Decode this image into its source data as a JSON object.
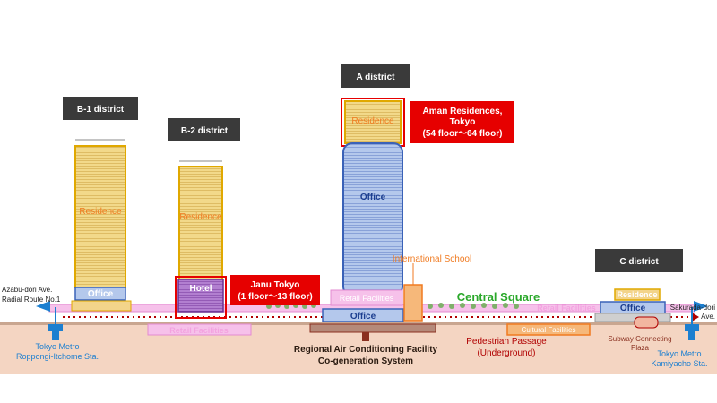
{
  "districts": {
    "a": "A district",
    "b1": "B-1 district",
    "b2": "B-2 district",
    "c": "C district"
  },
  "callouts": {
    "aman_line1": "Aman Residences,",
    "aman_line2": "Tokyo",
    "aman_line3": "(54 floor～64 floor)",
    "janu_line1": "Janu Tokyo",
    "janu_line2": "(1 floor～13 floor)"
  },
  "facilities": {
    "residence": "Residence",
    "office": "Office",
    "hotel": "Hotel",
    "international_school": "International School",
    "retail_facilities": "Retail Facilities",
    "retail_facilities_small": "Retail Facilities",
    "retail_facilities_lower": "Retail Facilities",
    "cultural_facilities": "Cultural Facilities",
    "central_square": "Central Square",
    "subway_plaza_line1": "Subway Connecting",
    "subway_plaza_line2": "Plaza",
    "pedestrian_line1": "Pedestrian Passage",
    "pedestrian_line2": "(Underground)",
    "regional_line1": "Regional Air Conditioning Facility",
    "regional_line2": "Co-generation System"
  },
  "roads": {
    "azabu_line1": "Azabu-dori Ave.",
    "azabu_line2": "Radial Route No.1",
    "sakurada_line1": "Sakurada-dori",
    "sakurada_line2": "Ave."
  },
  "stations": {
    "roppongi_line1": "Tokyo Metro",
    "roppongi_line2": "Roppongi-Itchome Sta.",
    "kamiyacho_line1": "Tokyo Metro",
    "kamiyacho_line2": "Kamiyacho Sta."
  },
  "colors": {
    "district_label_bg": "#3a3a3a",
    "callout_red": "#e60000",
    "residence_fill": "#f2d98a",
    "residence_stroke": "#e0a800",
    "office_fill": "#b4c8ec",
    "office_stroke": "#3a62b8",
    "hotel_fill": "#a56bc8",
    "retail_pink": "#f3a3e0",
    "central_square_green": "#2aa82a",
    "orange_text": "#f07a20",
    "station_blue": "#1c7fd0",
    "ground_fill": "#f4d5c2"
  }
}
